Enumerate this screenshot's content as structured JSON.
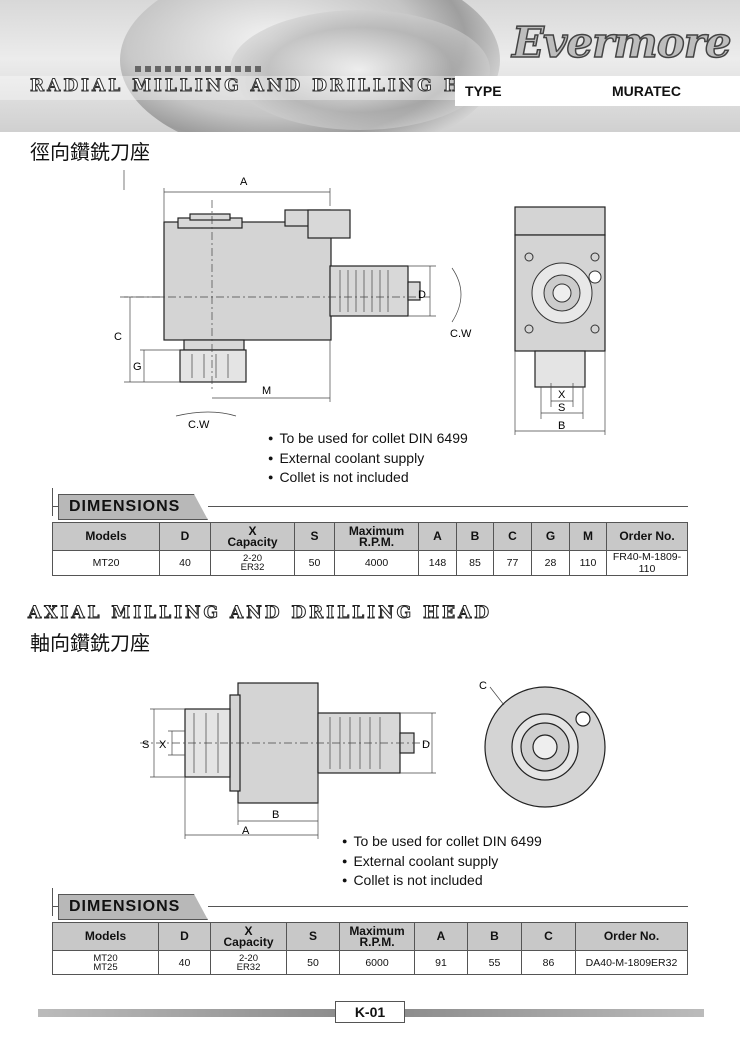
{
  "header": {
    "title": "RADIAL MILLING AND DRILLING HEAD",
    "brand": "Evermore",
    "type_label": "TYPE",
    "type_value": "MURATEC"
  },
  "radial": {
    "cjk_title": "徑向鑽銑刀座",
    "labels": {
      "A": "A",
      "C": "C",
      "G": "G",
      "M": "M",
      "D": "D",
      "CW1": "C.W",
      "CW2": "C.W",
      "X": "X",
      "S": "S",
      "B": "B"
    },
    "bullets": [
      "To be used for collet DIN 6499",
      "External coolant supply",
      "Collet is not included"
    ],
    "table_title": "DIMENSIONS",
    "headers": {
      "models": "Models",
      "d": "D",
      "x1": "X",
      "x2": "Capacity",
      "s": "S",
      "rpm1": "Maximum",
      "rpm2": "R.P.M.",
      "a": "A",
      "b": "B",
      "c": "C",
      "g": "G",
      "m": "M",
      "order": "Order No."
    },
    "row": {
      "model": "MT20",
      "d": "40",
      "x1": "2-20",
      "x2": "ER32",
      "s": "50",
      "rpm": "4000",
      "a": "148",
      "b": "85",
      "c": "77",
      "g": "28",
      "m": "110",
      "order": "FR40-M-1809-110"
    }
  },
  "axial": {
    "title": "AXIAL MILLING AND DRILLING HEAD",
    "cjk_title": "軸向鑽銑刀座",
    "labels": {
      "S": "S",
      "X": "X",
      "D": "D",
      "B": "B",
      "A": "A",
      "C": "C"
    },
    "bullets": [
      "To be used for collet DIN 6499",
      "External coolant supply",
      "Collet is not included"
    ],
    "table_title": "DIMENSIONS",
    "headers": {
      "models": "Models",
      "d": "D",
      "x1": "X",
      "x2": "Capacity",
      "s": "S",
      "rpm1": "Maximum",
      "rpm2": "R.P.M.",
      "a": "A",
      "b": "B",
      "c": "C",
      "order": "Order No."
    },
    "row": {
      "model1": "MT20",
      "model2": "MT25",
      "d": "40",
      "x1": "2-20",
      "x2": "ER32",
      "s": "50",
      "rpm": "6000",
      "a": "91",
      "b": "55",
      "c": "86",
      "order": "DA40-M-1809ER32"
    }
  },
  "footer": {
    "page": "K-01"
  }
}
